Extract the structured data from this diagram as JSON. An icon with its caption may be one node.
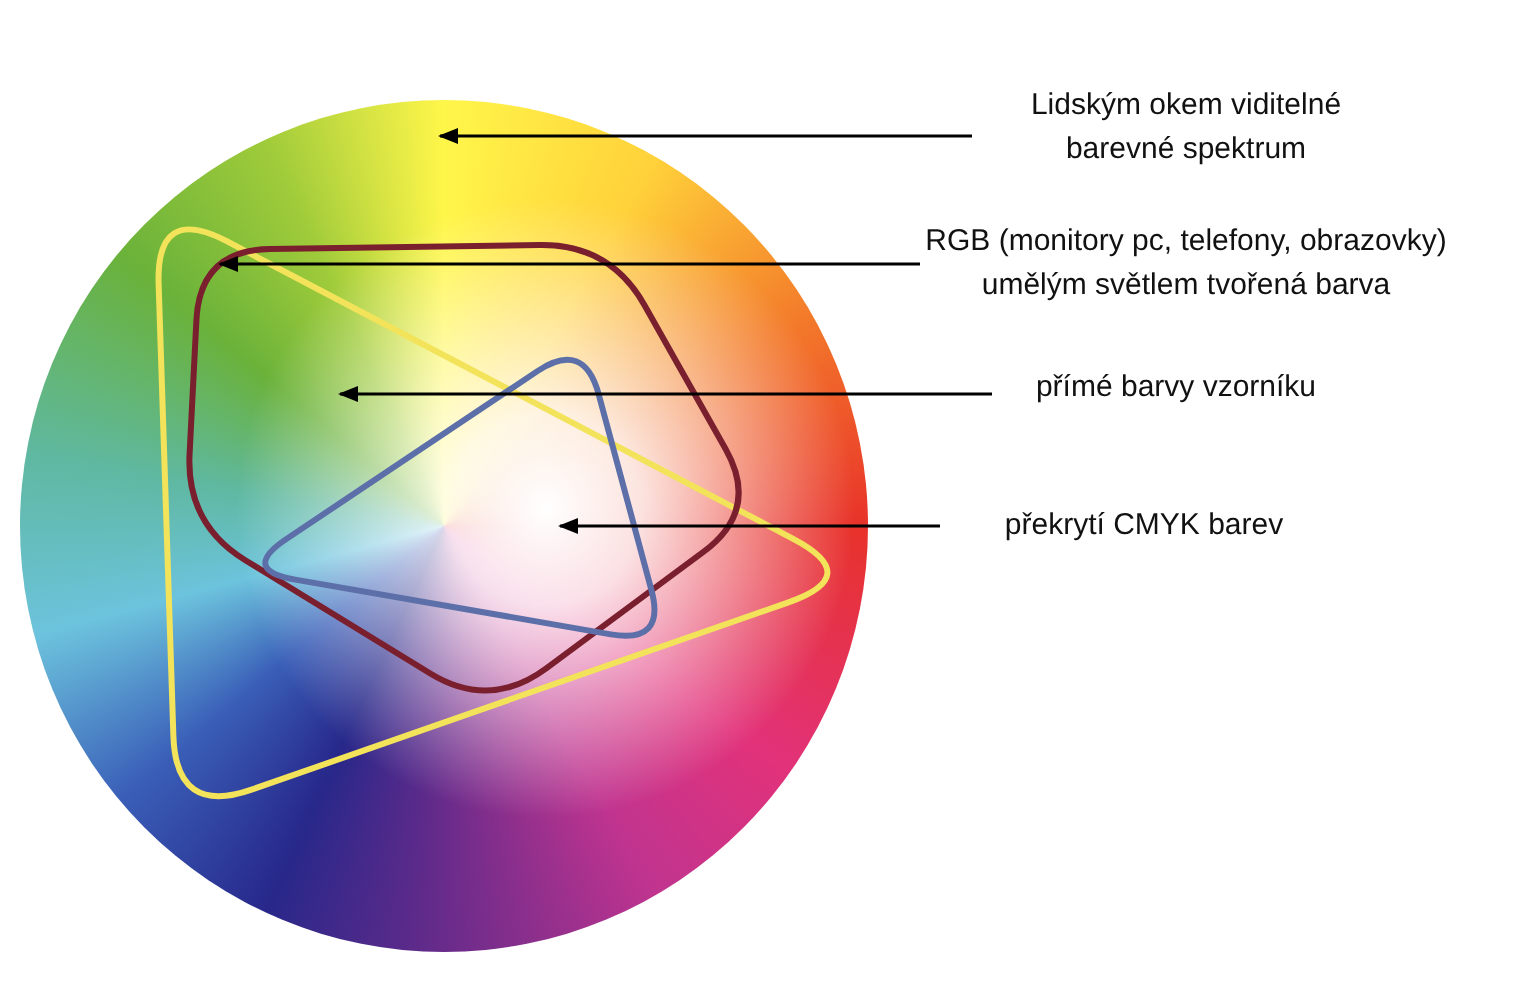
{
  "diagram": {
    "nodes": [
      {
        "text": [],
        "shape": "circle"
      },
      {
        "text": [],
        "shape": "triangle",
        "in": 0
      },
      {
        "text": [],
        "shape": "box",
        "in": 1
      },
      {
        "text": [],
        "shape": "triangle",
        "in": 2
      },
      {
        "text": [
          "Lidským okem viditelné barevné spektrum"
        ]
      },
      {
        "text": [
          "RGB (monitory pc, telefony, obrazovky) umělým světlem tvořená barva"
        ]
      },
      {
        "text": [
          "přímé barvy vzorníku"
        ]
      },
      {
        "text": [
          "překrytí CMYK barev"
        ]
      }
    ],
    "edges": [
      {
        "from": 4,
        "to": 0,
        "arrow": "to"
      },
      {
        "from": 5,
        "to": 1,
        "arrow": "to"
      },
      {
        "from": 6,
        "to": 2,
        "arrow": "to"
      },
      {
        "from": 7,
        "to": 3,
        "arrow": "to"
      }
    ]
  }
}
